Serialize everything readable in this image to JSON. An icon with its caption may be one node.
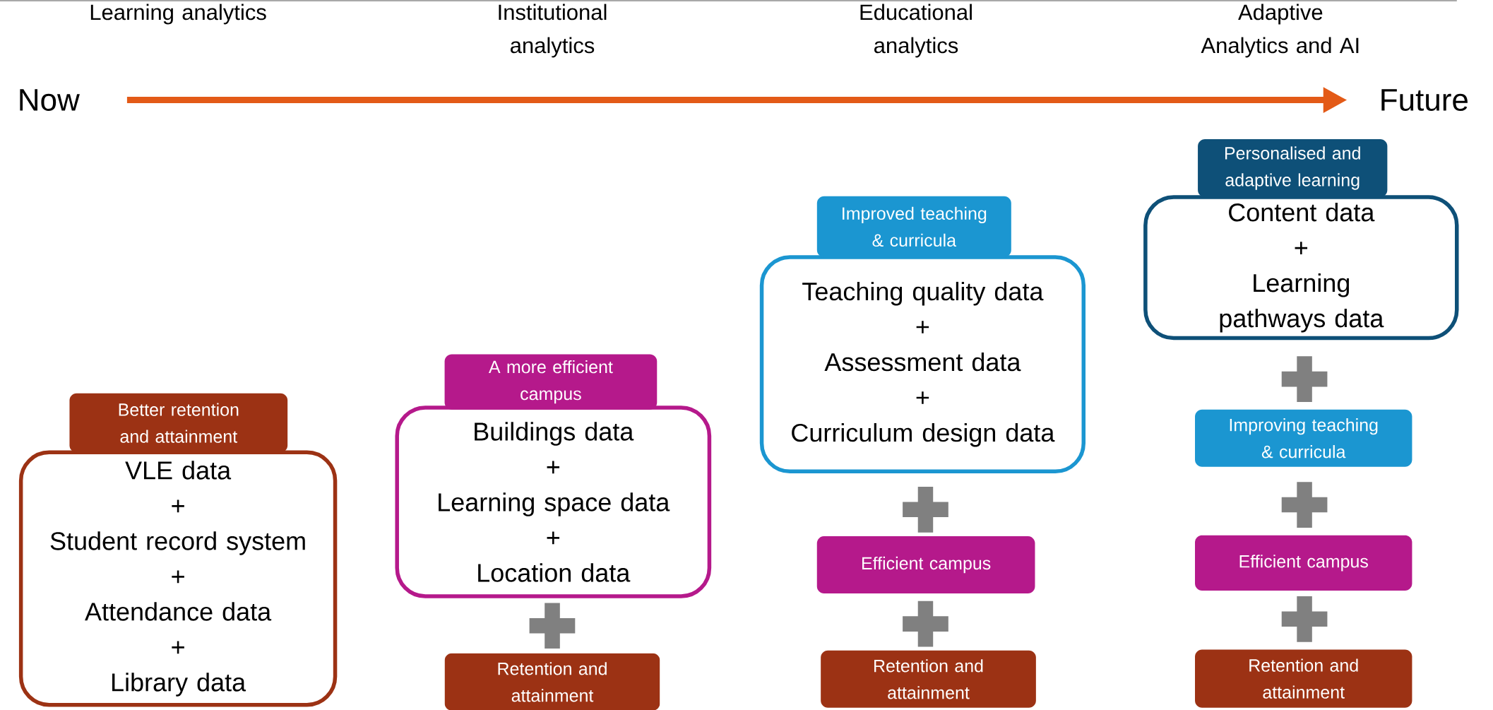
{
  "diagram": {
    "nodes": [
      {
        "text": [
          "Now"
        ]
      },
      {
        "text": [
          "Future"
        ]
      },
      {
        "text": [
          "Better retention and attainment"
        ]
      },
      {
        "text": [
          "VLE data",
          "+",
          "Student record system",
          "+",
          "Attendance data",
          "+",
          "Library data"
        ]
      },
      {
        "text": [
          "A more efficient campus"
        ]
      },
      {
        "text": [
          "Buildings data",
          "+",
          "Learning space data",
          "+",
          "Location data"
        ]
      },
      {
        "text": [
          "Retention and attainment"
        ]
      },
      {
        "text": [
          "Improved teaching & curricula"
        ]
      },
      {
        "text": [
          "Teaching quality data",
          "+",
          "Assessment data",
          "+",
          "Curriculum design data"
        ]
      },
      {
        "text": [
          "Efficient campus"
        ]
      },
      {
        "text": [
          "Retention and attainment"
        ]
      },
      {
        "text": [
          "Personalised and adaptive learning"
        ]
      },
      {
        "text": [
          "Content data",
          "+",
          "Learning pathways data"
        ]
      },
      {
        "text": [
          "Improving teaching & curricula"
        ]
      },
      {
        "text": [
          "Efficient campus"
        ]
      },
      {
        "text": [
          "Retention and attainment"
        ]
      }
    ],
    "edges": [
      {
        "from": 0,
        "to": 1,
        "arrow": "to"
      }
    ],
    "labels": [
      "Learning analytics",
      "Institutional analytics",
      "Educational analytics",
      "Adaptive Analytics and AI"
    ]
  }
}
